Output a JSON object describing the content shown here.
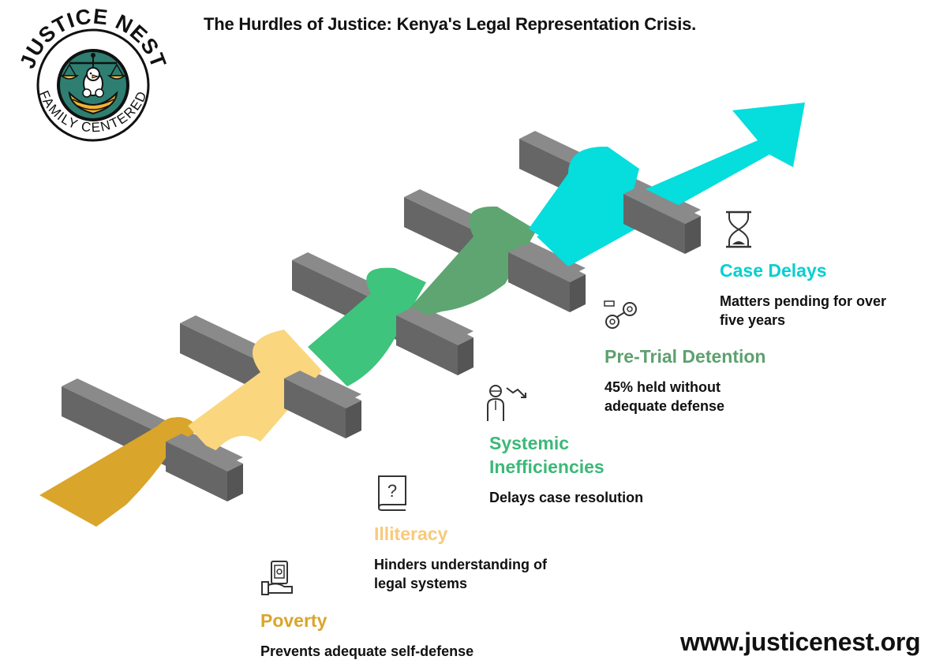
{
  "header": {
    "title": "The Hurdles of Justice: Kenya's Legal Representation Crisis."
  },
  "logo": {
    "top_text": "JUSTICE NEST",
    "bottom_text": "FAMILY CENTERED"
  },
  "stages": [
    {
      "heading": "Poverty",
      "description": "Prevents adequate self-defense",
      "icon": "hand-money-icon",
      "color": "#DAA52B"
    },
    {
      "heading": "Illiteracy",
      "description": "Hinders understanding of legal systems",
      "icon": "question-book-icon",
      "color": "#F9C97A"
    },
    {
      "heading": "Systemic Inefficiencies",
      "description": "Delays case resolution",
      "icon": "person-decline-icon",
      "color": "#3CB878"
    },
    {
      "heading": "Pre-Trial Detention",
      "description": "45% held without adequate defense",
      "icon": "handcuffs-icon",
      "color": "#5EA06F"
    },
    {
      "heading": "Case Delays",
      "description": "Matters pending for over five years",
      "icon": "hourglass-icon",
      "color": "#06DDDD"
    }
  ],
  "footer": {
    "url": "www.justicenest.org"
  },
  "colors": {
    "barrier_top": "#8A8A8A",
    "barrier_front": "#666666",
    "barrier_side": "#555555"
  }
}
